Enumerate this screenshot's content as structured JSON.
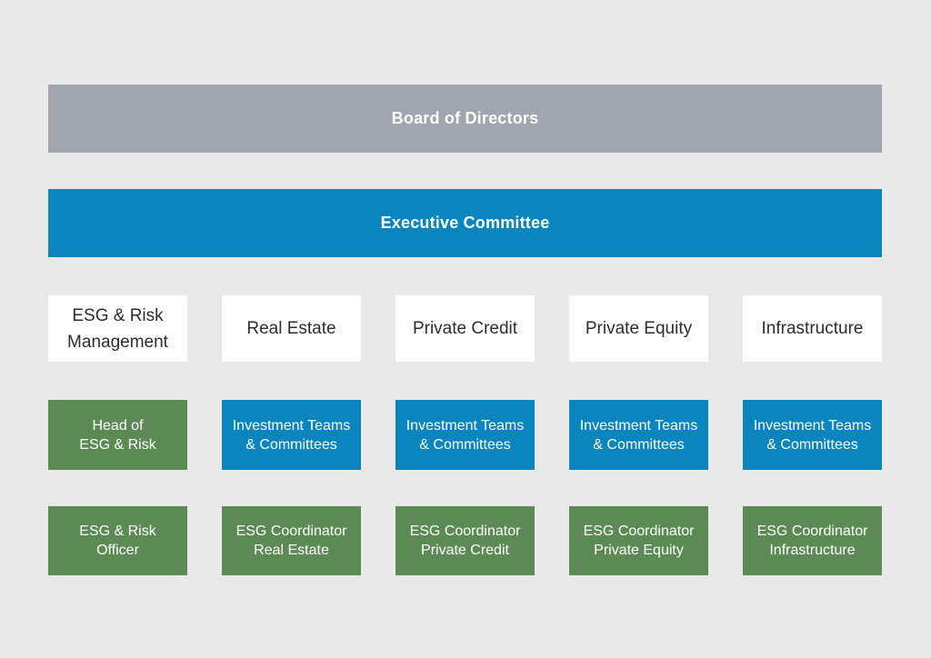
{
  "colors": {
    "bg": "#e9e9ea",
    "gray": "#a0a5ae",
    "blue": "#0b85bd",
    "green": "#5b8a54",
    "boxWhite": "#ffffff",
    "textLight": "#ffffff",
    "textDark": "#2d2d2d"
  },
  "top_bars": {
    "board": "Board of Directors",
    "executive": "Executive Committee"
  },
  "columns": [
    {
      "dept_lines": [
        "ESG & Risk",
        "Management"
      ],
      "mid_lines": [
        "Head of",
        "ESG & Risk"
      ],
      "bottom_lines": [
        "ESG & Risk",
        "Officer"
      ]
    },
    {
      "dept_lines": [
        "Real Estate"
      ],
      "mid_lines": [
        "Investment Teams",
        "& Committees"
      ],
      "bottom_lines": [
        "ESG Coordinator",
        "Real Estate"
      ]
    },
    {
      "dept_lines": [
        "Private Credit"
      ],
      "mid_lines": [
        "Investment Teams",
        "& Committees"
      ],
      "bottom_lines": [
        "ESG Coordinator",
        "Private Credit"
      ]
    },
    {
      "dept_lines": [
        "Private Equity"
      ],
      "mid_lines": [
        "Investment Teams",
        "& Committees"
      ],
      "bottom_lines": [
        "ESG Coordinator",
        "Private Equity"
      ]
    },
    {
      "dept_lines": [
        "Infrastructure"
      ],
      "mid_lines": [
        "Investment Teams",
        "& Committees"
      ],
      "bottom_lines": [
        "ESG Coordinator",
        "Infrastructure"
      ]
    }
  ]
}
